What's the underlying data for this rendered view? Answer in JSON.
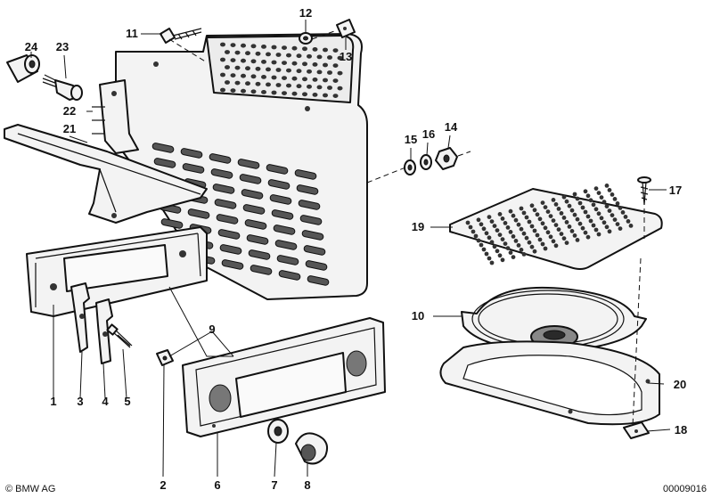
{
  "callouts": {
    "p1": "1",
    "p2": "2",
    "p3": "3",
    "p4": "4",
    "p5": "5",
    "p6": "6",
    "p7": "7",
    "p8": "8",
    "p9": "9",
    "p10": "10",
    "p11": "11",
    "p12": "12",
    "p13": "13",
    "p14": "14",
    "p15": "15",
    "p16": "16",
    "p17": "17",
    "p18": "18",
    "p19": "19",
    "p20": "20",
    "p21": "21",
    "p22": "22",
    "p23": "23",
    "p24": "24"
  },
  "footer": {
    "copyright": "© BMW AG",
    "drawing_number": "00009016"
  }
}
